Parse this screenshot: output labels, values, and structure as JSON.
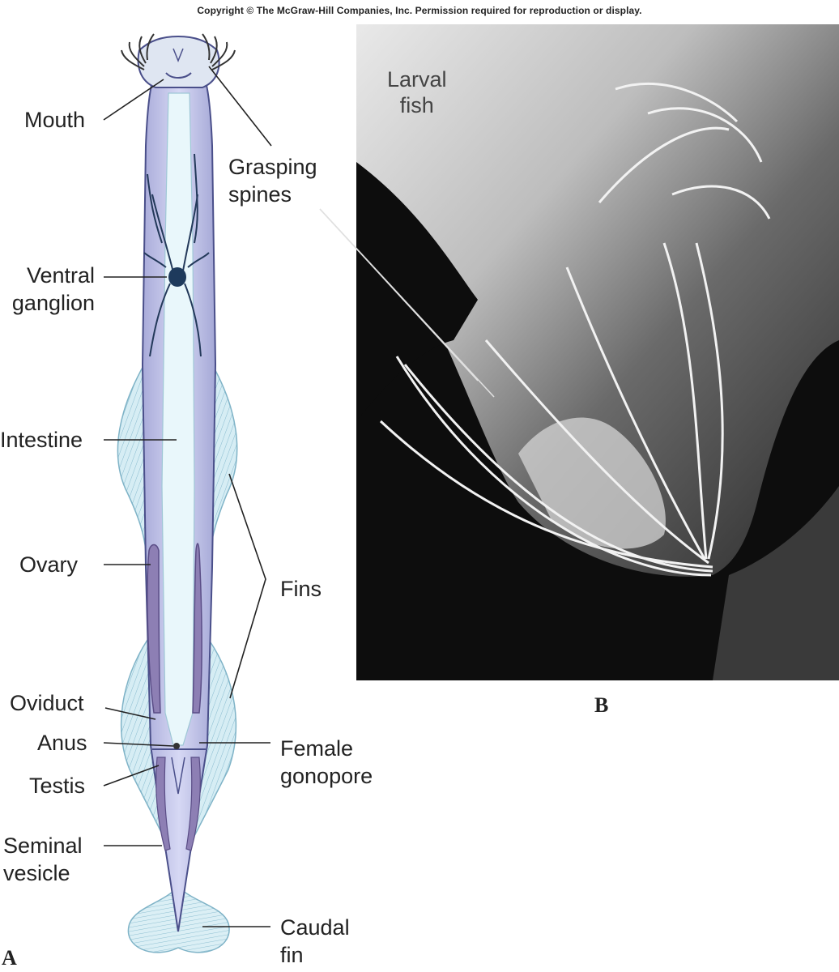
{
  "copyright": "Copyright © The McGraw-Hill Companies, Inc. Permission required for reproduction or display.",
  "labels": {
    "mouth": "Mouth",
    "grasping_spines_left": "Grasping\nspines",
    "ventral_ganglion": "Ventral\nganglion",
    "intestine": "Intestine",
    "ovary": "Ovary",
    "fins": "Fins",
    "oviduct": "Oviduct",
    "anus": "Anus",
    "female_gonopore": "Female\ngonopore",
    "testis": "Testis",
    "seminal_vesicle": "Seminal\nvesicle",
    "caudal_fin": "Caudal\nfin",
    "larval_fish": "Larval\nfish"
  },
  "panels": {
    "a": "A",
    "b": "B"
  },
  "colors": {
    "body": "#c9cbee",
    "body_outline": "#4a4f8a",
    "intestine": "#e6f6fb",
    "fin": "#d4ecf3",
    "fin_line": "#7fb3c7",
    "ovary": "#8d7fb4",
    "nerve": "#23395a",
    "photo_bg": "#0d0d0d"
  }
}
